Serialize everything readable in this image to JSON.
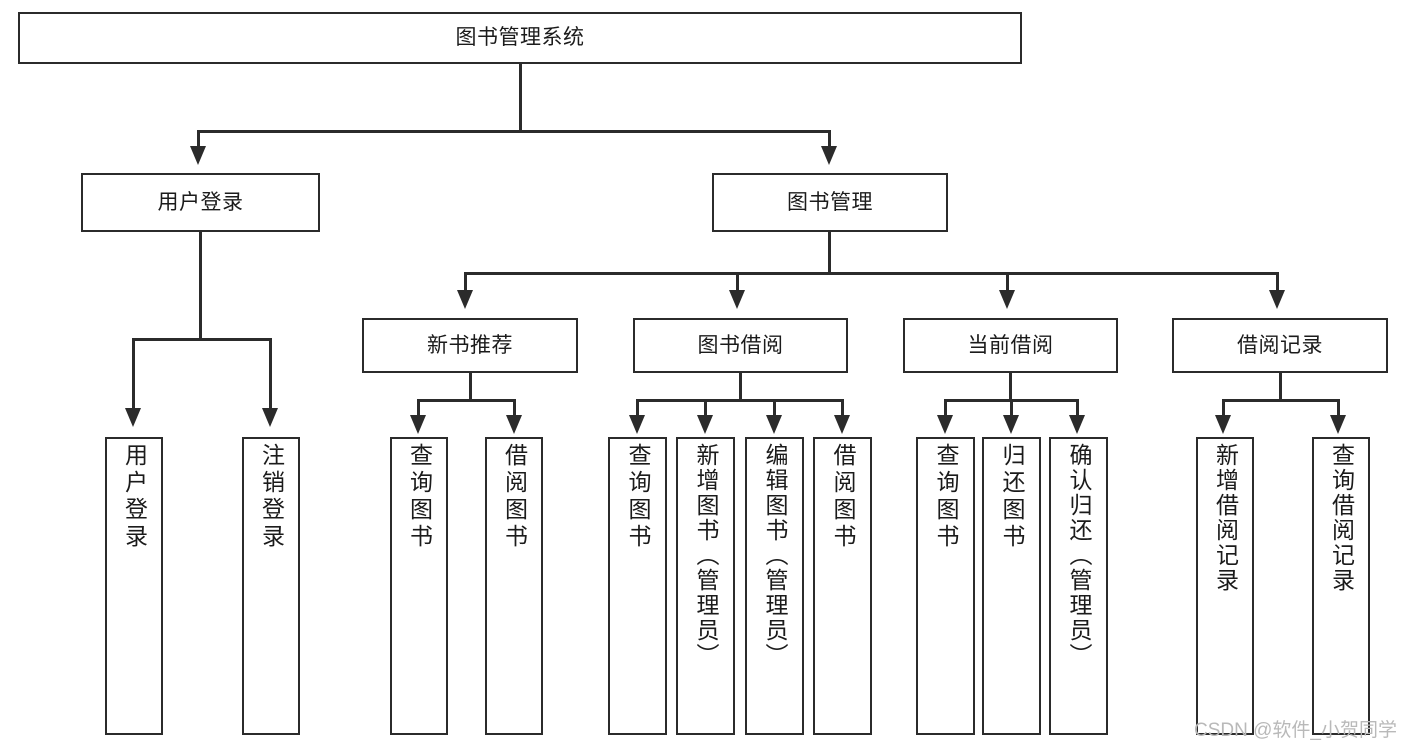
{
  "diagram": {
    "title": "图书管理系统",
    "type": "tree-hierarchy-diagram",
    "root": {
      "label": "图书管理系统"
    },
    "level1": [
      {
        "label": "用户登录"
      },
      {
        "label": "图书管理"
      }
    ],
    "level2": [
      {
        "label": "新书推荐"
      },
      {
        "label": "图书借阅"
      },
      {
        "label": "当前借阅"
      },
      {
        "label": "借阅记录"
      }
    ],
    "leaves": {
      "user_login": [
        {
          "label": "用户登录"
        },
        {
          "label": "注销登录"
        }
      ],
      "new_book": [
        {
          "label": "查询图书"
        },
        {
          "label": "借阅图书"
        }
      ],
      "book_borrow": [
        {
          "label": "查询图书"
        },
        {
          "label": "新增图书（管理员）"
        },
        {
          "label": "编辑图书（管理员）"
        },
        {
          "label": "借阅图书"
        }
      ],
      "current_borrow": [
        {
          "label": "查询图书"
        },
        {
          "label": "归还图书"
        },
        {
          "label": "确认归还（管理员）"
        }
      ],
      "borrow_record": [
        {
          "label": "新增借阅记录"
        },
        {
          "label": "查询借阅记录"
        }
      ]
    }
  },
  "watermark": {
    "text": "CSDN @软件_小贺同学"
  },
  "colors": {
    "stroke": "#2b2b2b",
    "text": "#1b1b1b",
    "background": "#ffffff",
    "watermark": "#b9b9b9"
  }
}
